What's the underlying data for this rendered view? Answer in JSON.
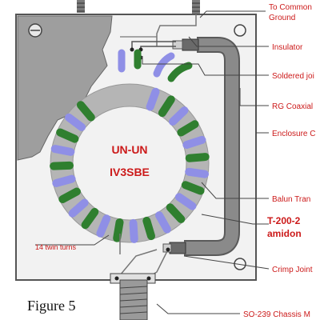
{
  "colors": {
    "enclosure": "#f2f2f2",
    "enclosure_edge": "#555555",
    "cutaway": "#9e9e9e",
    "toroid": "#b5b5b5",
    "winding_blue": "#8f8fe6",
    "winding_green": "#2f7f2f",
    "coax": "#8a8a8a",
    "label": "#cc1a1a",
    "leader": "#444444"
  },
  "toroid": {
    "title_line1": "UN-UN",
    "title_line2": "IV3SBE"
  },
  "labels": {
    "common_ground_line1": "To Common",
    "common_ground_line2": "Ground",
    "insulator": "Insulator",
    "soldered_joint": "Soldered joi",
    "rg_coaxial": "RG Coaxial",
    "enclosure": "Enclosure C",
    "balun": "Balun Tran",
    "core_line1": "T-200-2",
    "core_line2": "amidon",
    "twin_turns": "14 twin turns",
    "crimp_joint": "Crimp Joint",
    "chassis": "SO-239 Chassis M"
  },
  "caption": "Figure 5"
}
